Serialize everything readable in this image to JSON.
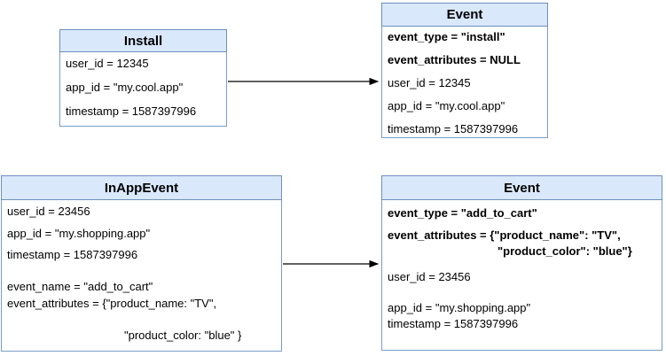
{
  "colors": {
    "header_fill": "#dae8fc",
    "header_border": "#6c8ebf",
    "body_border": "#7a9cc9",
    "arrow": "#000000",
    "text": "#000000"
  },
  "boxes": {
    "install": {
      "title": "Install",
      "fields": [
        {
          "text": "user_id = 12345"
        },
        {
          "text": "app_id = \"my.cool.app\""
        },
        {
          "text": "timestamp = 1587397996"
        }
      ]
    },
    "event_install": {
      "title": "Event",
      "fields": [
        {
          "text": "event_type = \"install\""
        },
        {
          "text": "event_attributes = NULL"
        },
        {
          "text": "user_id = 12345"
        },
        {
          "text": "app_id = \"my.cool.app\""
        },
        {
          "text": "timestamp = 1587397996"
        }
      ]
    },
    "in_app_event": {
      "title": "InAppEvent",
      "fields": [
        {
          "text": "user_id = 23456"
        },
        {
          "text": "app_id = \"my.shopping.app\""
        },
        {
          "text": "timestamp = 1587397996"
        },
        {
          "text": "event_name = \"add_to_cart\""
        },
        {
          "text": "event_attributes = {\"product_name: \"TV\","
        },
        {
          "text": "\"product_color: \"blue\" }"
        }
      ]
    },
    "event_add_to_cart": {
      "title": "Event",
      "fields": [
        {
          "text": "event_type = \"add_to_cart\""
        },
        {
          "text": "event_attributes = {\"product_name\": \"TV\","
        },
        {
          "text": "\"product_color\": \"blue\"}"
        },
        {
          "text": "user_id = 23456"
        },
        {
          "text": "app_id = \"my.shopping.app\""
        },
        {
          "text": "timestamp = 1587397996"
        }
      ]
    }
  }
}
